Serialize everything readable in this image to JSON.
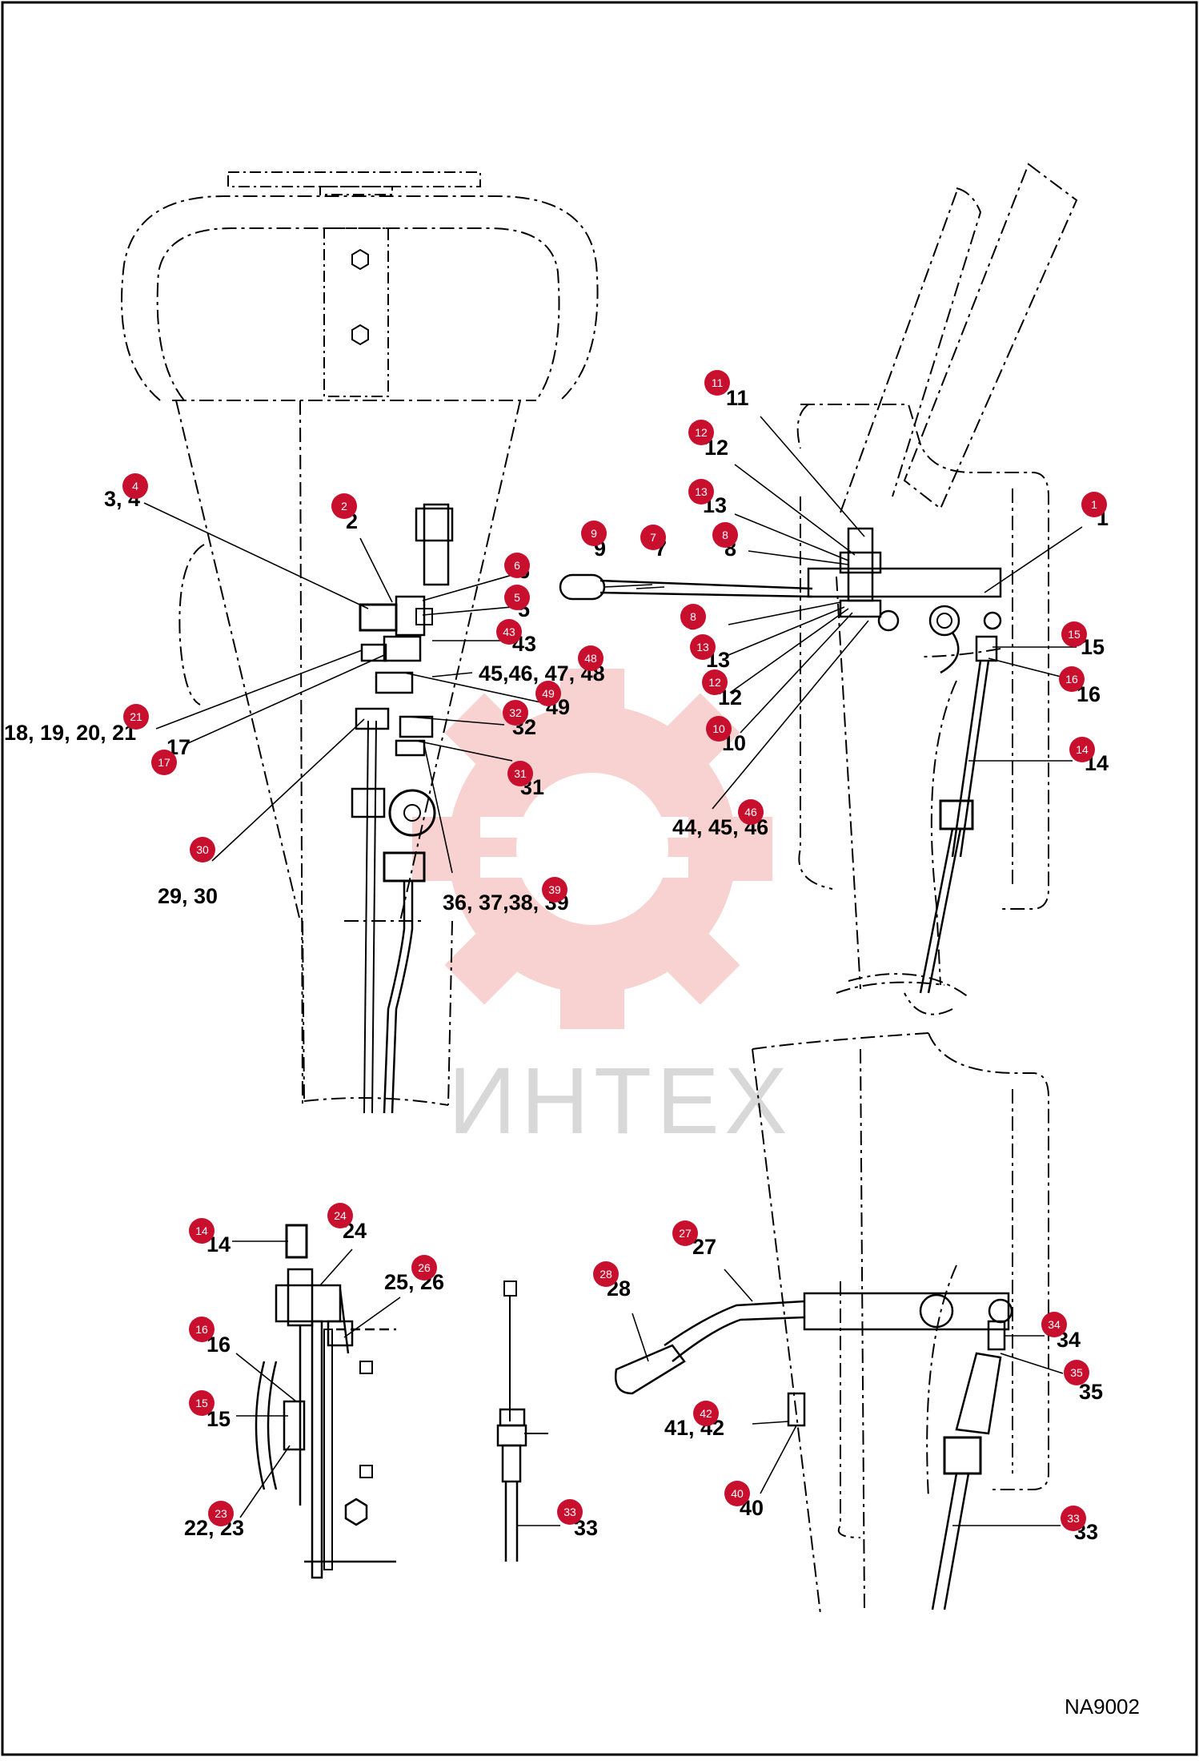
{
  "colors": {
    "badge": "#c8102e",
    "line": "#000000",
    "watermark_gear": "#f7c6c6",
    "watermark_text": "#d8d8d8",
    "frame": "#000000",
    "background": "#ffffff"
  },
  "drawing_code": "NA9002",
  "watermark": {
    "text": "ИНТЕХ",
    "icon": "gear-logo-icon"
  },
  "labels": [
    "3, 4",
    "2",
    "6",
    "5",
    "43",
    "45,46, 47, 48",
    "49",
    "32",
    "31",
    "18, 19,  20, 21",
    "17",
    "29, 30",
    "36, 37,38, 39",
    "11",
    "12",
    "13",
    "8",
    "9",
    "7",
    "1",
    "8",
    "13",
    "12",
    "10",
    "44, 45, 46",
    "15",
    "16",
    "14",
    "14",
    "24",
    "25, 26",
    "16",
    "15",
    "22, 23",
    "33",
    "27",
    "28",
    "41, 42",
    "40",
    "34",
    "35",
    "33"
  ],
  "badges": [
    "4",
    "2",
    "6",
    "5",
    "43",
    "48",
    "49",
    "32",
    "31",
    "21",
    "17",
    "30",
    "39",
    "11",
    "12",
    "13",
    "8",
    "9",
    "7",
    "1",
    "8",
    "13",
    "12",
    "10",
    "46",
    "15",
    "16",
    "14",
    "14",
    "24",
    "26",
    "16",
    "15",
    "23",
    "33",
    "27",
    "28",
    "42",
    "40",
    "34",
    "35",
    "33"
  ]
}
